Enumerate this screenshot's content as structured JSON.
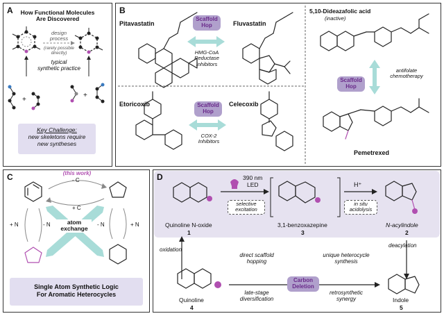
{
  "panelA": {
    "label": "A",
    "title_line1": "How Functional Molecules",
    "title_line2": "Are Discovered",
    "design_line1": "design",
    "design_line2": "process",
    "rarely_line1": "(rarely possible",
    "rarely_line2": "directly)",
    "typical_line1": "typical",
    "typical_line2": "synthetic practice",
    "plus1": "+",
    "plus2": "+",
    "challenge_line1": "Key Challenge:",
    "challenge_line2": "new skeletons require",
    "challenge_line3": "new syntheses"
  },
  "panelB": {
    "label": "B",
    "pitavastatin": "Pitavastatin",
    "fluvastatin": "Fluvastatin",
    "scaffold_hop_1": "Scaffold\nHop",
    "hmg_line1": "HMG-CoA",
    "hmg_line2": "Reductase",
    "hmg_line3": "Inhibitors",
    "dideazafolic": "5,10-Dideazafolic acid",
    "inactive": "(inactive)",
    "antifolate_line1": "antifolate",
    "antifolate_line2": "chemotherapy",
    "scaffold_hop_2": "Scaffold\nHop",
    "etoricoxib": "Etoricoxib",
    "celecoxib": "Celecoxib",
    "scaffold_hop_3": "Scaffold\nHop",
    "cox_line1": "COX-2",
    "cox_line2": "Inhibitors",
    "pemetrexed": "Pemetrexed"
  },
  "panelC": {
    "label": "C",
    "this_work": "(this work)",
    "minus_c": "- C",
    "plus_c": "+ C",
    "plus_n_left": "+ N",
    "minus_n_left": "- N",
    "minus_n_right": "- N",
    "plus_n_right": "+ N",
    "atom_exchange_line1": "atom",
    "atom_exchange_line2": "exchange",
    "footer_line1": "Single Atom Synthetic Logic",
    "footer_line2": "For Aromatic Heterocycles"
  },
  "panelD": {
    "label": "D",
    "wavelength": "390 nm",
    "led": "LED",
    "selective_line1": "selective",
    "selective_line2": "excitation",
    "acid": "H⁺",
    "insitu_line1": "in situ",
    "insitu_line2": "acidolysis",
    "quinoline_noxide": "Quinoline N-oxide",
    "num1": "1",
    "benzoxazepine": "3,1-benzoxazepine",
    "num3": "3",
    "acylindole": "N-acylindole",
    "num2": "2",
    "oxidation": "oxidation",
    "deacylation": "deacylation",
    "direct_line1": "direct scaffold",
    "direct_line2": "hopping",
    "unique_line1": "unique heterocycle",
    "unique_line2": "synthesis",
    "late_line1": "late-stage",
    "late_line2": "diversification",
    "retro_line1": "retrosynthetic",
    "retro_line2": "synergy",
    "carbon_deletion": "Carbon\nDeletion",
    "quinoline": "Quinoline",
    "num4": "4",
    "indole": "Indole",
    "num5": "5"
  },
  "colors": {
    "purple": "#b04fb0",
    "pill_bg": "#b0a0cc",
    "panel_bg": "#e6e2f0",
    "arrow_teal": "#a8dcd8"
  }
}
